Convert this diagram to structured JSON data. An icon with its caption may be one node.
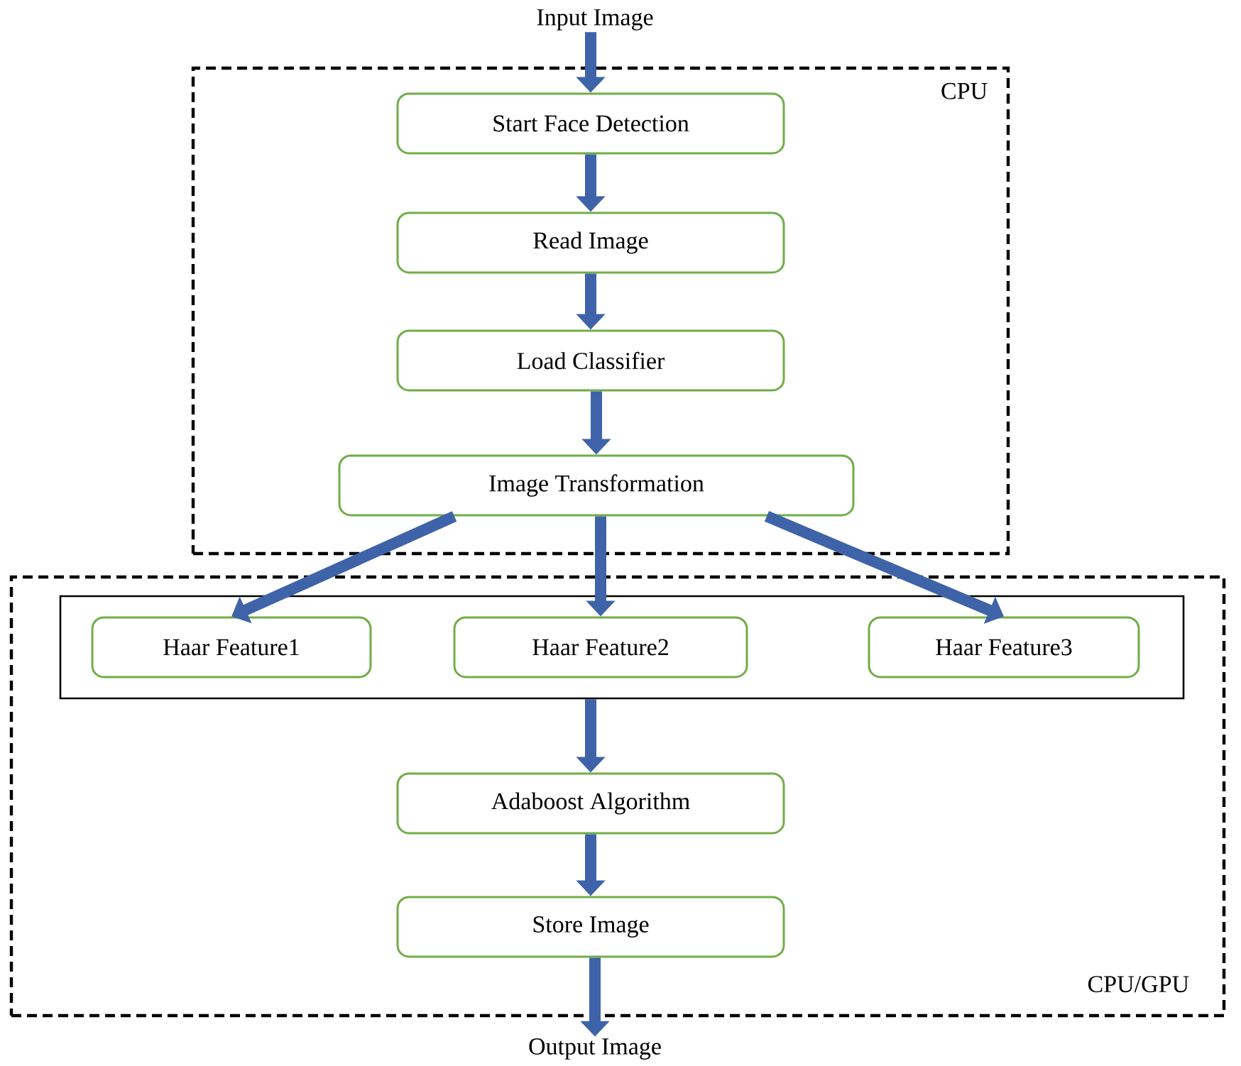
{
  "diagram": {
    "nodes": [
      {
        "text": [
          "Input Image"
        ]
      },
      {
        "text": [
          "CPU"
        ]
      },
      {
        "text": [
          "Start Face Detection"
        ],
        "in": 1
      },
      {
        "text": [
          "Read Image"
        ],
        "in": 1
      },
      {
        "text": [
          "Load Classifier"
        ],
        "in": 1
      },
      {
        "text": [
          "Image Transformation"
        ],
        "in": 1
      },
      {
        "text": [
          "CPU/GPU"
        ]
      },
      {
        "text": [],
        "shape": "box",
        "in": 6
      },
      {
        "text": [
          "Haar Feature1"
        ],
        "in": 7
      },
      {
        "text": [
          "Haar Feature2"
        ],
        "in": 7
      },
      {
        "text": [
          "Haar Feature3"
        ],
        "in": 7
      },
      {
        "text": [
          "Adaboost Algorithm"
        ],
        "in": 6
      },
      {
        "text": [
          "Store Image"
        ],
        "in": 6
      },
      {
        "text": [
          "Output Image"
        ]
      }
    ],
    "edges": [
      {
        "from": 0,
        "to": 2,
        "arrow": "to"
      },
      {
        "from": 2,
        "to": 3,
        "arrow": "to"
      },
      {
        "from": 3,
        "to": 4,
        "arrow": "to"
      },
      {
        "from": 4,
        "to": 5,
        "arrow": "to"
      },
      {
        "from": 5,
        "to": 8,
        "arrow": "to"
      },
      {
        "from": 5,
        "to": 9,
        "arrow": "to"
      },
      {
        "from": 5,
        "to": 10,
        "arrow": "to"
      },
      {
        "from": 7,
        "to": 11,
        "arrow": "to"
      },
      {
        "from": 11,
        "to": 12,
        "arrow": "to"
      },
      {
        "from": 12,
        "to": 13,
        "arrow": "to"
      }
    ]
  }
}
